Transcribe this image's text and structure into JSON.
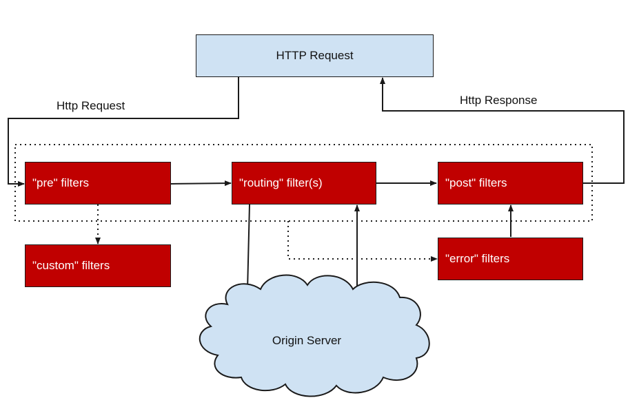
{
  "colors": {
    "filter_fill": "#c00000",
    "request_fill": "#cfe2f3",
    "cloud_fill": "#cfe2f3",
    "line": "#1a1a1a"
  },
  "nodes": {
    "http_request_box": "HTTP Request",
    "pre_filters": "\"pre\" filters",
    "routing_filters": "\"routing\" filter(s)",
    "post_filters": "\"post\" filters",
    "custom_filters": "\"custom\" filters",
    "error_filters": "\"error\" filters",
    "origin_server": "Origin Server"
  },
  "edge_labels": {
    "http_request": "Http Request",
    "http_response": "Http Response"
  }
}
